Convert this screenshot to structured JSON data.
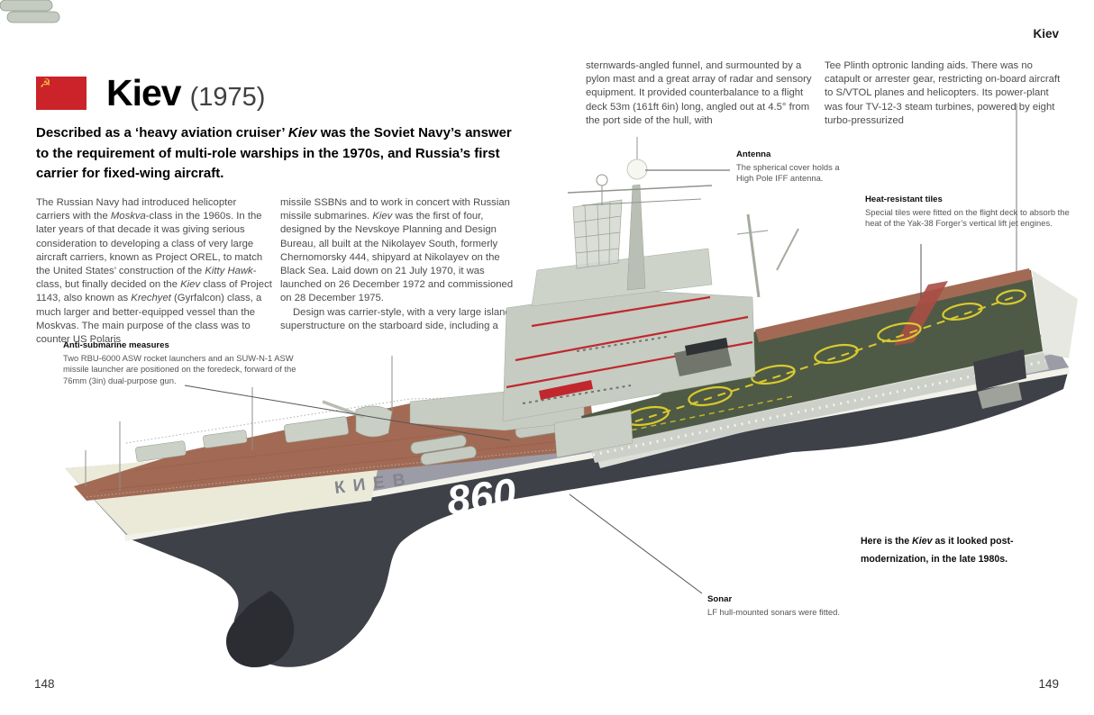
{
  "page": {
    "running_header": "Kiev",
    "page_number_left": "148",
    "page_number_right": "149"
  },
  "title": {
    "main": "Kiev",
    "year": "(1975)",
    "flag_icon": "soviet-flag",
    "flag_emblem_glyph": "☭"
  },
  "intro": [
    {
      "t": "Described as a ‘heavy aviation cruiser’ "
    },
    {
      "t": "Kiev",
      "i": true
    },
    {
      "t": " was the Soviet Navy’s answer to the requirement of multi-role warships in the 1970s, and Russia’s first carrier for fixed-wing aircraft."
    }
  ],
  "body": {
    "col1": [
      {
        "t": "The Russian Navy had introduced helicopter carriers with the "
      },
      {
        "t": "Moskva",
        "i": true
      },
      {
        "t": "-class in the 1960s. In the later years of that decade it was giving serious consideration to developing a class of very large aircraft carriers, known as Project OREL, to match the United States’ construction of the "
      },
      {
        "t": "Kitty Hawk",
        "i": true
      },
      {
        "t": "-class, but finally decided on the "
      },
      {
        "t": "Kiev",
        "i": true
      },
      {
        "t": " class of Project 1143, also known as "
      },
      {
        "t": "Krechyet",
        "i": true
      },
      {
        "t": " (Gyrfalcon) class, a much larger and better-equipped vessel than the Moskvas. The main purpose of the class was to counter US Polaris"
      }
    ],
    "col2_p1": [
      {
        "t": "missile SSBNs and to work in concert with Russian missile submarines. "
      },
      {
        "t": "Kiev",
        "i": true
      },
      {
        "t": " was the first of four, designed by the Nevskoye Planning and Design Bureau, all built at the Nikolayev South, formerly Chernomorsky 444, shipyard at Nikolayev on the Black Sea. Laid down on 21 July 1970, it was launched on 26 December 1972 and commissioned on 28 December 1975."
      }
    ],
    "col2_p2": [
      {
        "t": "Design was carrier-style, with a very large island superstructure on the starboard side, including a"
      }
    ],
    "col3": "sternwards-angled funnel, and surmounted by a pylon mast and a great array of radar and sensory equipment. It provided counterbalance to a flight deck 53m (161ft 6in) long, angled out at 4.5° from the port side of the hull, with",
    "col4": "Tee Plinth optronic landing aids. There was no catapult or arrester gear, restricting on-board aircraft to S/VTOL planes and helicopters. Its power-plant was four TV-12-3 steam turbines, powered by eight turbo-pressurized"
  },
  "annotations": {
    "antenna": {
      "title": "Antenna",
      "body": "The spherical cover holds a High Pole IFF antenna."
    },
    "heat_tiles": {
      "title": "Heat-resistant tiles",
      "body": "Special tiles were fitted on the flight deck to absorb the heat of the Yak-38 Forger’s vertical lift jet engines."
    },
    "anti_submarine": {
      "title": "Anti-submarine measures",
      "body": "Two RBU-6000 ASW rocket launchers and an SUW-N-1 ASW missile launcher are positioned on the foredeck, forward of the 76mm (3in) dual-purpose gun."
    },
    "sonar": {
      "title": "Sonar",
      "body": "LF hull-mounted sonars were fitted."
    }
  },
  "illustration": {
    "subject": "Kiev aircraft carrier, starboard-bow aerial view",
    "hull_name": "КИЕВ",
    "hull_number": "860",
    "caption": [
      {
        "t": "Here is the "
      },
      {
        "t": "Kiev",
        "i": true
      },
      {
        "t": " as it looked post-modernization, in the late 1980s."
      }
    ]
  },
  "colors": {
    "flag_red": "#cc2229",
    "flag_gold": "#f0c341",
    "trim_red": "#c1272d",
    "deck_green": "#4e5a45",
    "deck_marking_yellow": "#d9ca2f",
    "deck_red_brown": "#a26a54",
    "hull_gray": "#9b9ca6",
    "hull_dark": "#3e4148",
    "hull_cream": "#ebead9",
    "superstructure_gray": "#c6ccc2",
    "body_text": "#4c4c4c"
  }
}
